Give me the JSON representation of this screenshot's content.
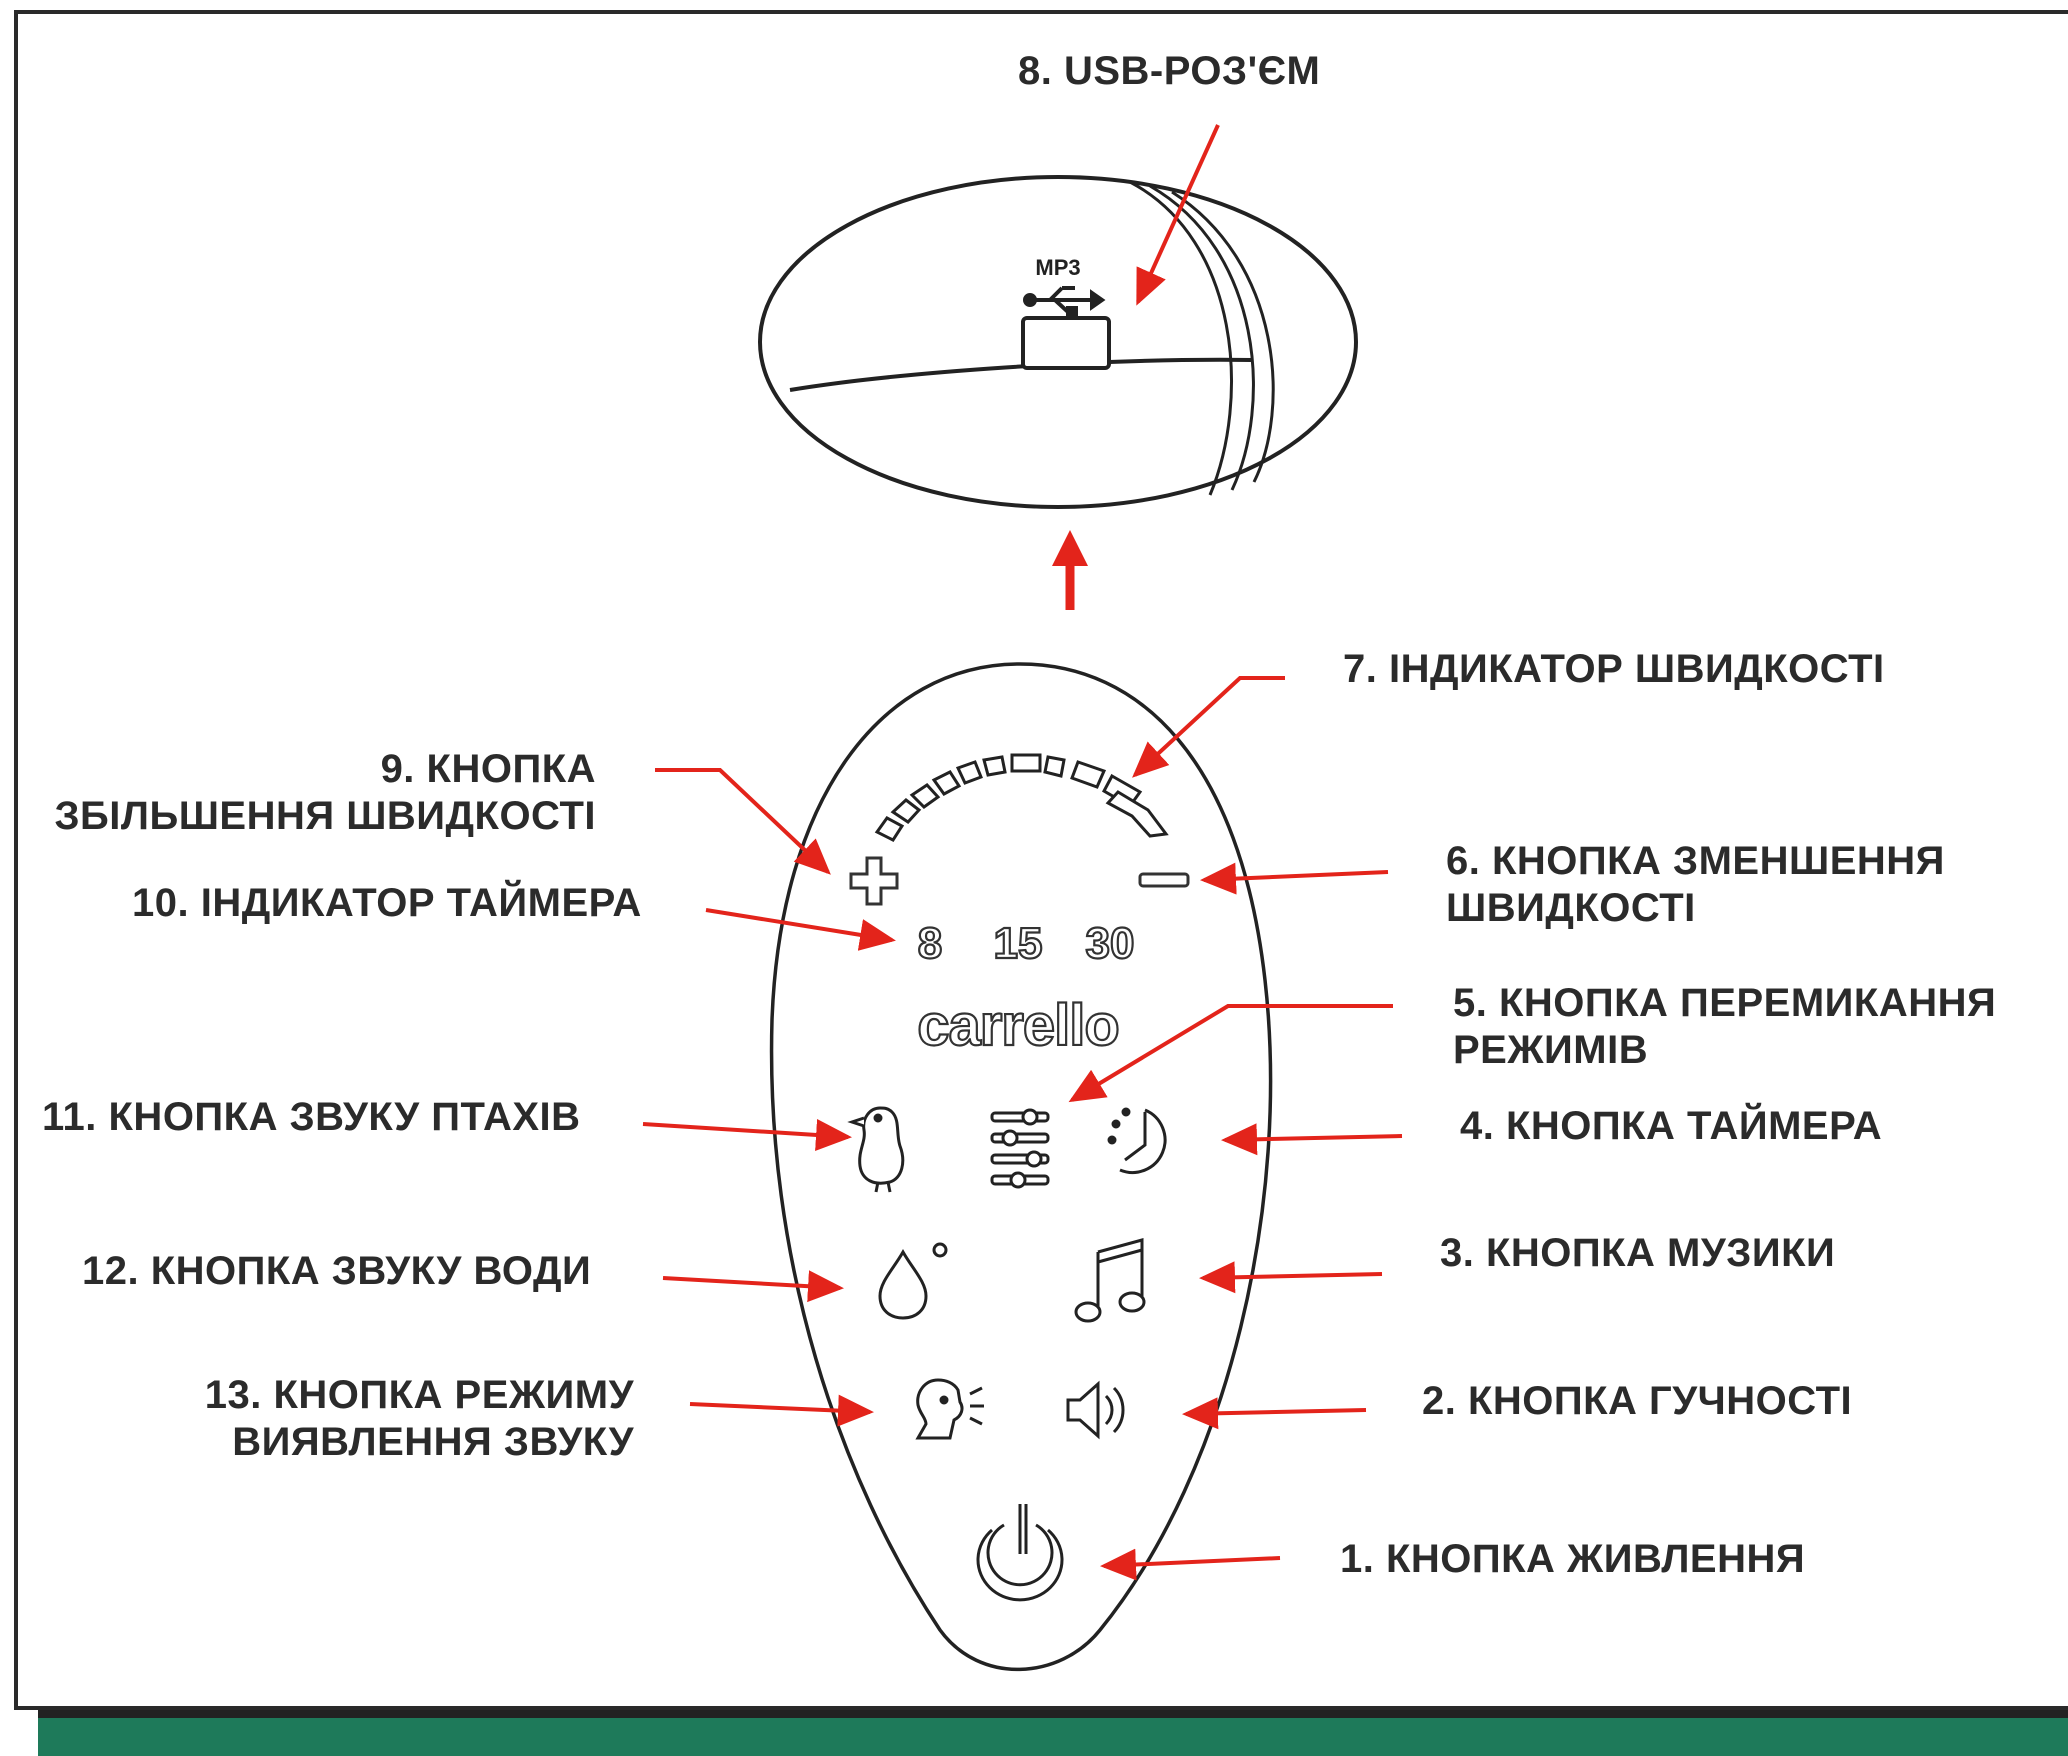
{
  "labels": {
    "usb": "8. USB-РОЗ'ЄМ",
    "speed_indicator": "7. ІНДИКАТОР ШВИДКОСТІ",
    "speed_up_line1": "9. КНОПКА",
    "speed_up_line2": "ЗБІЛЬШЕННЯ ШВИДКОСТІ",
    "timer_indicator": "10. ІНДИКАТОР ТАЙМЕРА",
    "speed_down_line1": "6. КНОПКА ЗМЕНШЕННЯ",
    "speed_down_line2": "ШВИДКОСТІ",
    "mode_switch_line1": "5. КНОПКА ПЕРЕМИКАННЯ",
    "mode_switch_line2": "РЕЖИМІВ",
    "birds": "11. КНОПКА ЗВУКУ ПТАХІВ",
    "timer": "4. КНОПКА ТАЙМЕРА",
    "water": "12. КНОПКА ЗВУКУ ВОДИ",
    "music": "3. КНОПКА МУЗИКИ",
    "sound_detect_line1": "13. КНОПКА РЕЖИМУ",
    "sound_detect_line2": "ВИЯВЛЕННЯ ЗВУКУ",
    "volume": "2. КНОПКА ГУЧНОСТІ",
    "power": "1. КНОПКА ЖИВЛЕННЯ"
  },
  "device": {
    "brand": "carrello",
    "port_label": "MP3",
    "timer_values": [
      "8",
      "15",
      "30"
    ]
  },
  "colors": {
    "arrow": "#e3241b",
    "frame_accent": "#1e7a5a",
    "line": "#2b2b2b"
  }
}
